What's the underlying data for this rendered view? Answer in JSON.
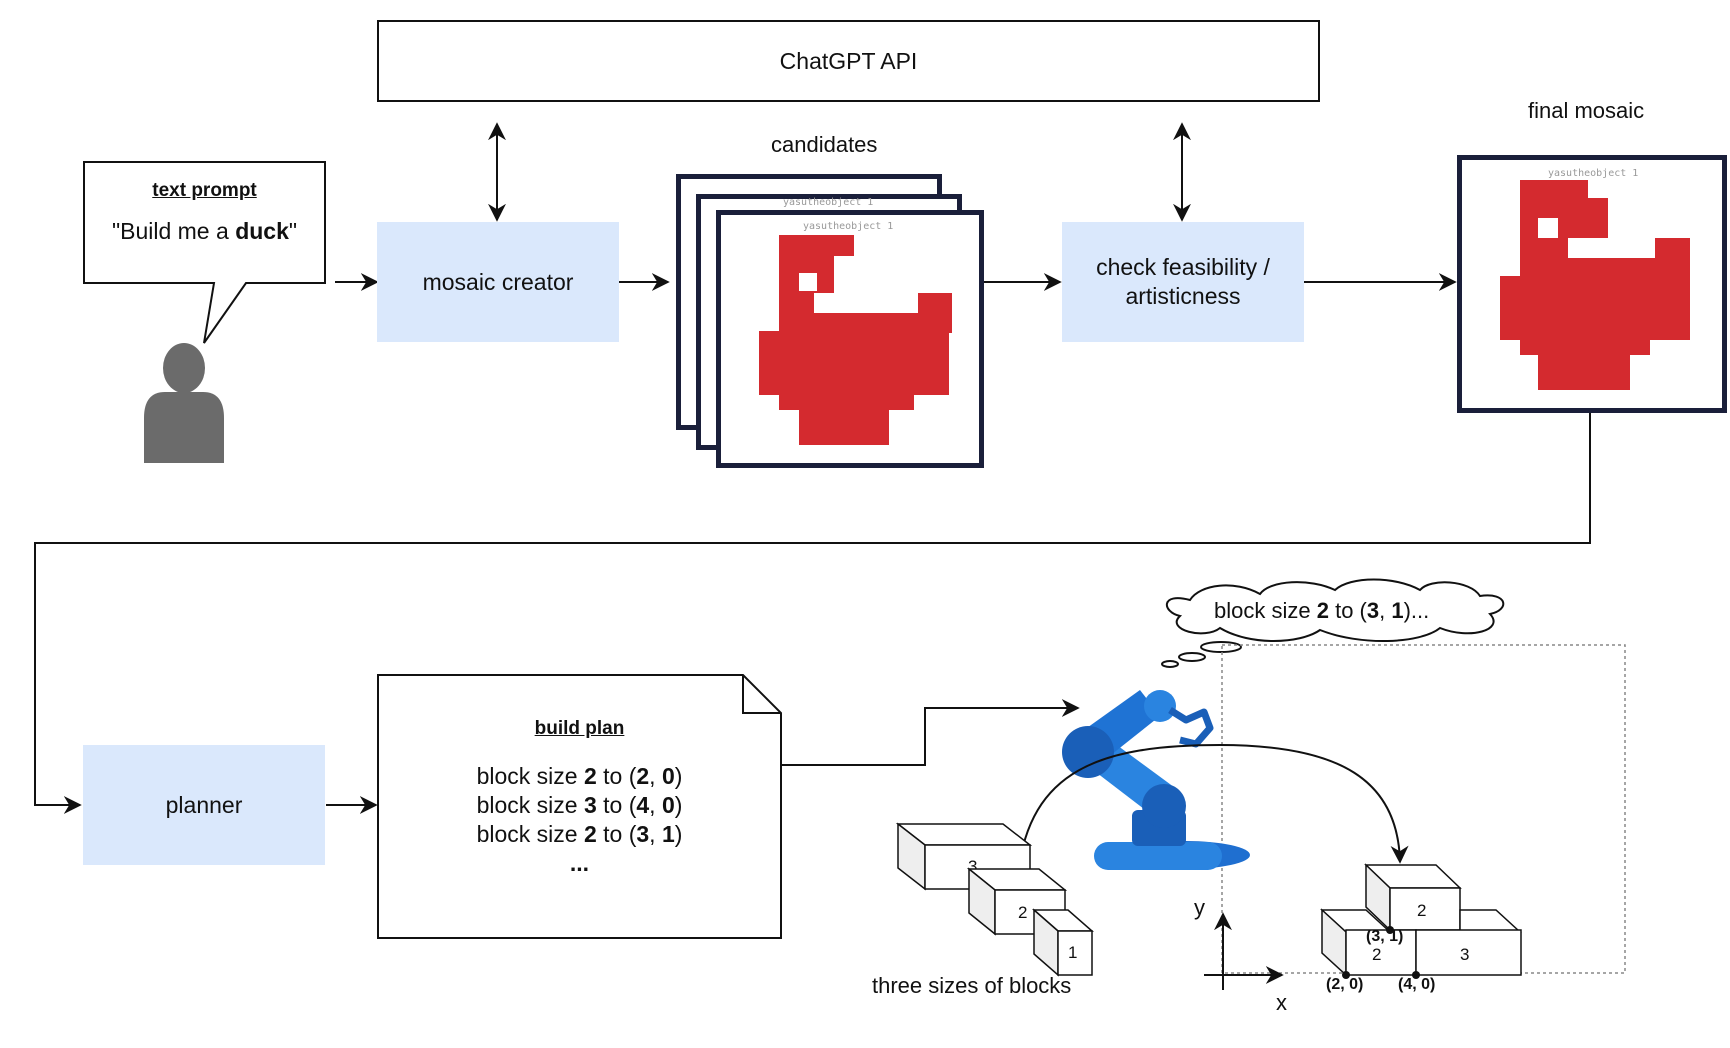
{
  "api_box": {
    "label": "ChatGPT API"
  },
  "prompt_bubble": {
    "heading": "text prompt",
    "quote_pre": "\"Build me a ",
    "quote_bold": "duck",
    "quote_post": "\""
  },
  "mosaic_creator": {
    "label": "mosaic creator"
  },
  "candidates": {
    "label": "candidates",
    "image_caption": "yasutheobject 1"
  },
  "check_box": {
    "line1": "check feasibility /",
    "line2": "artisticness"
  },
  "final_mosaic": {
    "label": "final mosaic",
    "image_caption": "yasutheobject 1"
  },
  "planner": {
    "label": "planner"
  },
  "build_plan": {
    "heading": "build plan",
    "steps": [
      {
        "pre": "block size ",
        "size": "2",
        "mid": " to (",
        "x": "2",
        "sep": ", ",
        "y": "0",
        "post": ")"
      },
      {
        "pre": "block size ",
        "size": "3",
        "mid": " to (",
        "x": "4",
        "sep": ", ",
        "y": "0",
        "post": ")"
      },
      {
        "pre": "block size ",
        "size": "2",
        "mid": " to (",
        "x": "3",
        "sep": ", ",
        "y": "1",
        "post": ")"
      }
    ],
    "ellipsis": "..."
  },
  "thought": {
    "pre": "block size ",
    "size": "2",
    "mid": " to (",
    "x": "3",
    "sep": ", ",
    "y": "1",
    "post": ")..."
  },
  "blocks": {
    "caption": "three sizes of blocks",
    "sizes": [
      "3",
      "2",
      "1"
    ]
  },
  "build_area": {
    "axis_x": "x",
    "axis_y": "y",
    "placed": [
      "2",
      "2",
      "3"
    ],
    "coords": [
      "(3, 1)",
      "(2, 0)",
      "(4, 0)"
    ]
  },
  "colors": {
    "process_fill": "#dae8fc",
    "mosaic_red": "#d42a2f",
    "robot_blue": "#2a7bd6",
    "person_gray": "#6b6b6b"
  }
}
